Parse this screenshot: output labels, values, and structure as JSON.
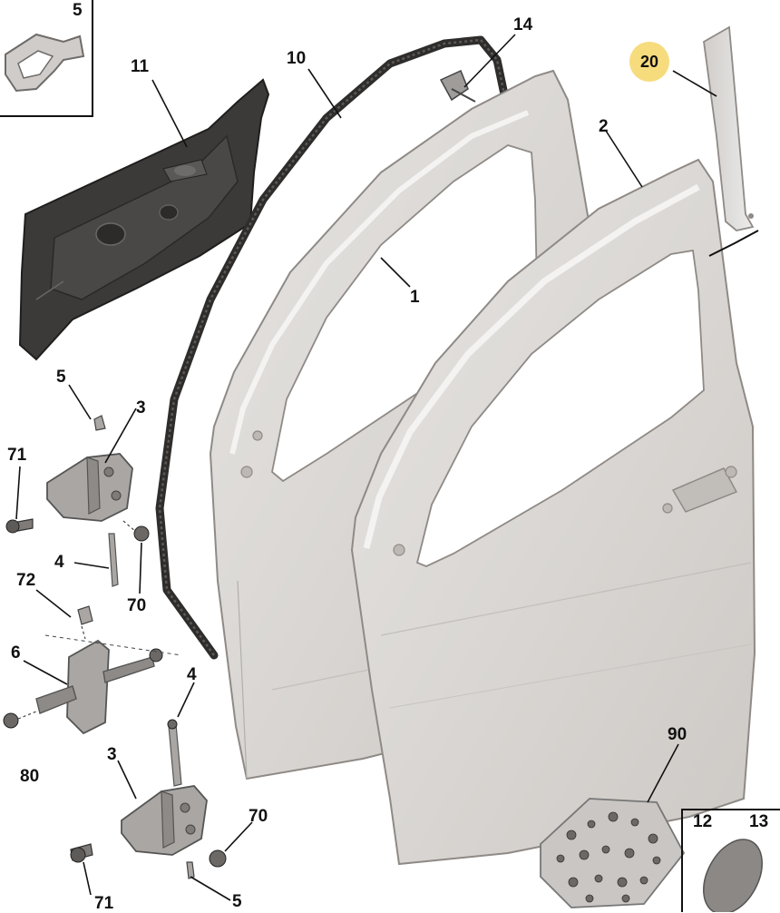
{
  "diagram": {
    "callouts": {
      "p1": "1",
      "p2": "2",
      "p3a": "3",
      "p3b": "3",
      "p4a": "4",
      "p4b": "4",
      "p5a": "5",
      "p5b": "5",
      "p5c": "5",
      "p6": "6",
      "p10": "10",
      "p11": "11",
      "p12": "12",
      "p13": "13",
      "p14": "14",
      "p20": "20",
      "p70a": "70",
      "p70b": "70",
      "p71a": "71",
      "p71b": "71",
      "p72": "72",
      "p80": "80",
      "p90": "90"
    },
    "colors": {
      "highlight": "#f7dc7e",
      "door_panel": "#d9d6d3",
      "door_edge": "#8f8a86",
      "liner": "#3c3a39",
      "seal": "#2f2d2c",
      "hardware": "#a9a6a3"
    }
  }
}
